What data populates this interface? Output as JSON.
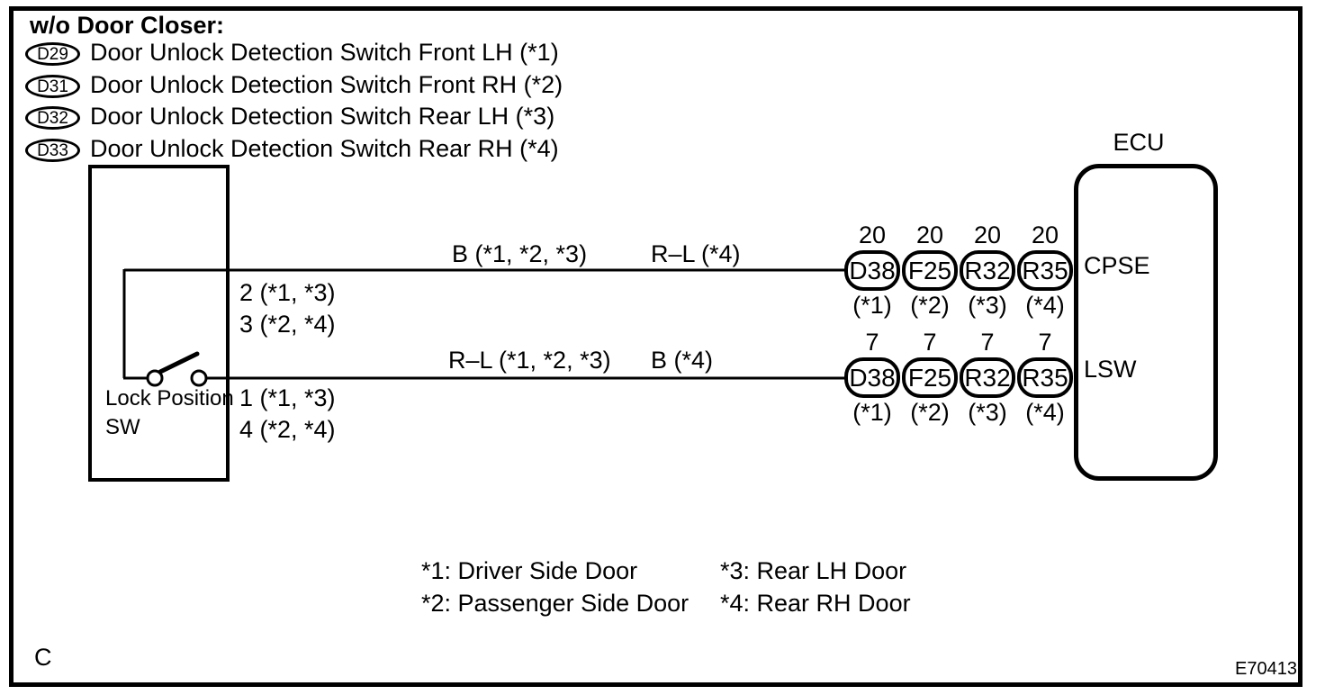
{
  "colors": {
    "ink": "#000000",
    "paper": "#ffffff"
  },
  "title": "w/o Door Closer:",
  "connector_list": [
    {
      "id": "D29",
      "label": "Door Unlock Detection Switch Front LH (*1)"
    },
    {
      "id": "D31",
      "label": "Door Unlock Detection Switch Front RH (*2)"
    },
    {
      "id": "D32",
      "label": "Door Unlock Detection Switch Rear LH (*3)"
    },
    {
      "id": "D33",
      "label": "Door Unlock Detection Switch Rear RH (*4)"
    }
  ],
  "switch_box": {
    "name_line1": "Lock Position",
    "name_line2": "SW",
    "pin_labels": {
      "upper_a": "2 (*1, *3)",
      "upper_b": "3 (*2, *4)",
      "lower_a": "1 (*1, *3)",
      "lower_b": "4 (*2, *4)"
    }
  },
  "wire_labels": {
    "top_left": "B (*1, *2, *3)",
    "top_right": "R–L (*4)",
    "bottom_left": "R–L (*1, *2, *3)",
    "bottom_right": "B (*4)"
  },
  "ecu": {
    "label": "ECU",
    "terminal_top": "CPSE",
    "terminal_bottom": "LSW"
  },
  "connector_rows": {
    "cpse": {
      "columns": [
        {
          "pin": "20",
          "id": "D38",
          "note": "(*1)"
        },
        {
          "pin": "20",
          "id": "F25",
          "note": "(*2)"
        },
        {
          "pin": "20",
          "id": "R32",
          "note": "(*3)"
        },
        {
          "pin": "20",
          "id": "R35",
          "note": "(*4)"
        }
      ]
    },
    "lsw": {
      "columns": [
        {
          "pin": "7",
          "id": "D38",
          "note": "(*1)"
        },
        {
          "pin": "7",
          "id": "F25",
          "note": "(*2)"
        },
        {
          "pin": "7",
          "id": "R32",
          "note": "(*3)"
        },
        {
          "pin": "7",
          "id": "R35",
          "note": "(*4)"
        }
      ]
    }
  },
  "footnotes": {
    "col1": [
      "*1: Driver Side Door",
      "*2: Passenger Side Door"
    ],
    "col2": [
      "*3: Rear LH Door",
      "*4: Rear RH Door"
    ]
  },
  "page_marker": "C",
  "figure_code": "E70413"
}
